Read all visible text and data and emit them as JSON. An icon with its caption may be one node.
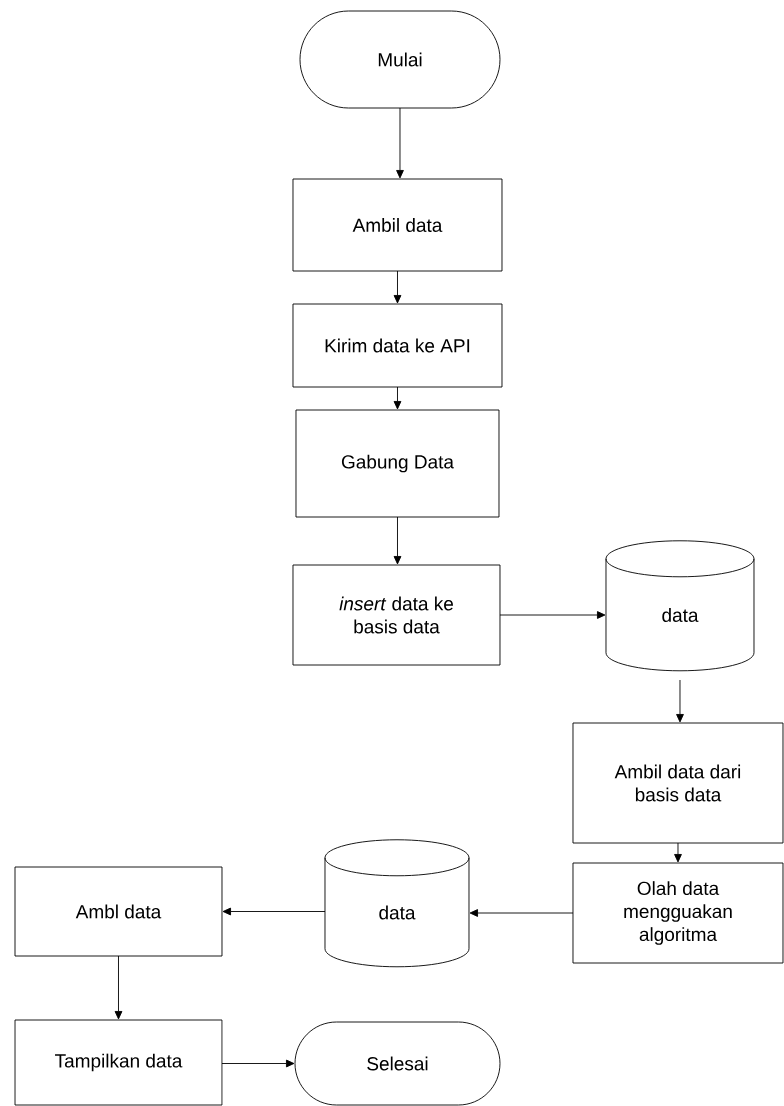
{
  "diagram": {
    "nodes": [
      {
        "text": [
          "Mulai"
        ]
      },
      {
        "text": [
          "Ambil data"
        ]
      },
      {
        "text": [
          "Kirim data ke API"
        ]
      },
      {
        "text": [
          "Gabung Data"
        ]
      },
      {
        "text": [
          "*insert* data ke basis data"
        ]
      },
      {
        "text": [
          "data"
        ]
      },
      {
        "text": [
          "Ambil data dari basis data"
        ]
      },
      {
        "text": [
          "Olah data mengguakan algoritma"
        ]
      },
      {
        "text": [
          "data"
        ]
      },
      {
        "text": [
          "Ambl data"
        ]
      },
      {
        "text": [
          "Tampilkan data"
        ]
      },
      {
        "text": [
          "Selesai"
        ]
      }
    ],
    "edges": [
      {
        "from": 0,
        "to": 1,
        "arrow": "to"
      },
      {
        "from": 1,
        "to": 2,
        "arrow": "to"
      },
      {
        "from": 2,
        "to": 3,
        "arrow": "to"
      },
      {
        "from": 3,
        "to": 4,
        "arrow": "to"
      },
      {
        "from": 4,
        "to": 5,
        "arrow": "to"
      },
      {
        "from": 5,
        "to": 6,
        "arrow": "to"
      },
      {
        "from": 6,
        "to": 7,
        "arrow": "to"
      },
      {
        "from": 7,
        "to": 8,
        "arrow": "to"
      },
      {
        "from": 8,
        "to": 9,
        "arrow": "to"
      },
      {
        "from": 9,
        "to": 10,
        "arrow": "to"
      },
      {
        "from": 10,
        "to": 11,
        "arrow": "to"
      }
    ]
  }
}
